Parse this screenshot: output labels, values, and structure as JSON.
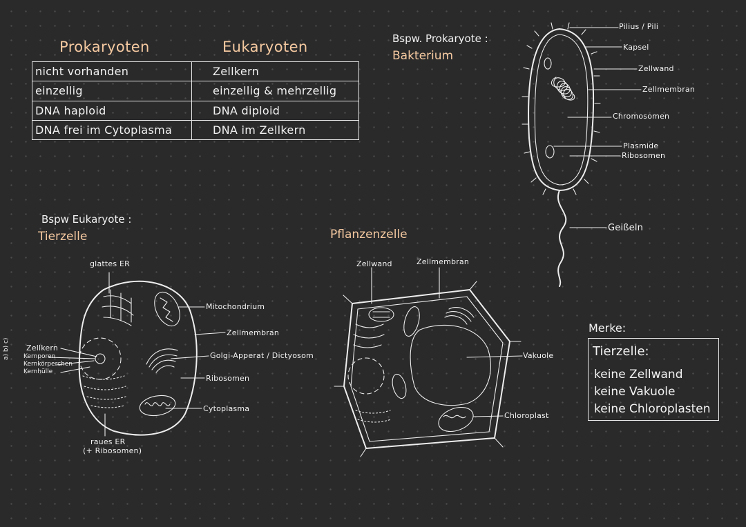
{
  "table": {
    "header_left": "Prokaryoten",
    "header_right": "Eukaryoten",
    "rows": [
      {
        "left": "nicht vorhanden",
        "right": "Zellkern"
      },
      {
        "left": "einzellig",
        "right": "einzellig & mehrzellig"
      },
      {
        "left": "DNA haploid",
        "right": "DNA diploid"
      },
      {
        "left": "DNA frei im Cytoplasma",
        "right": "DNA im Zellkern"
      }
    ]
  },
  "bacterium": {
    "title_line1": "Bspw. Prokaryote :",
    "title_line2": "Bakterium",
    "labels": [
      "Pilius / Pili",
      "Kapsel",
      "Zellwand",
      "Zellmembran",
      "Chromosomen",
      "Plasmide",
      "Ribosomen",
      "Geißeln"
    ]
  },
  "animal_cell": {
    "title_line1": "Bspw  Eukaryote :",
    "title_line2": "Tierzelle",
    "labels": {
      "smooth_er": "glattes ER",
      "mito": "Mitochondrium",
      "membrane": "Zellmembran",
      "golgi": "Golgi-Apperat / Dictyosom",
      "ribosomes": "Ribosomen",
      "cytoplasm": "Cytoplasma",
      "rough_er_1": "raues ER",
      "rough_er_2": "(+ Ribosomen)",
      "nucleus": "Zellkern",
      "pores": "Kernporen",
      "nucleolus": "Kernkörperchen",
      "envelope": "Kernhülle",
      "side_marks": "a) b) c)"
    }
  },
  "plant_cell": {
    "title": "Pflanzenzelle",
    "labels": {
      "wall": "Zellwand",
      "membrane": "Zellmembran",
      "vacuole": "Vakuole",
      "chloroplast": "Chloroplast"
    }
  },
  "merke": {
    "title": "Merke:",
    "box_title": "Tierzelle:",
    "items": [
      "keine Zellwand",
      "keine Vakuole",
      "keine Chloroplasten"
    ]
  }
}
